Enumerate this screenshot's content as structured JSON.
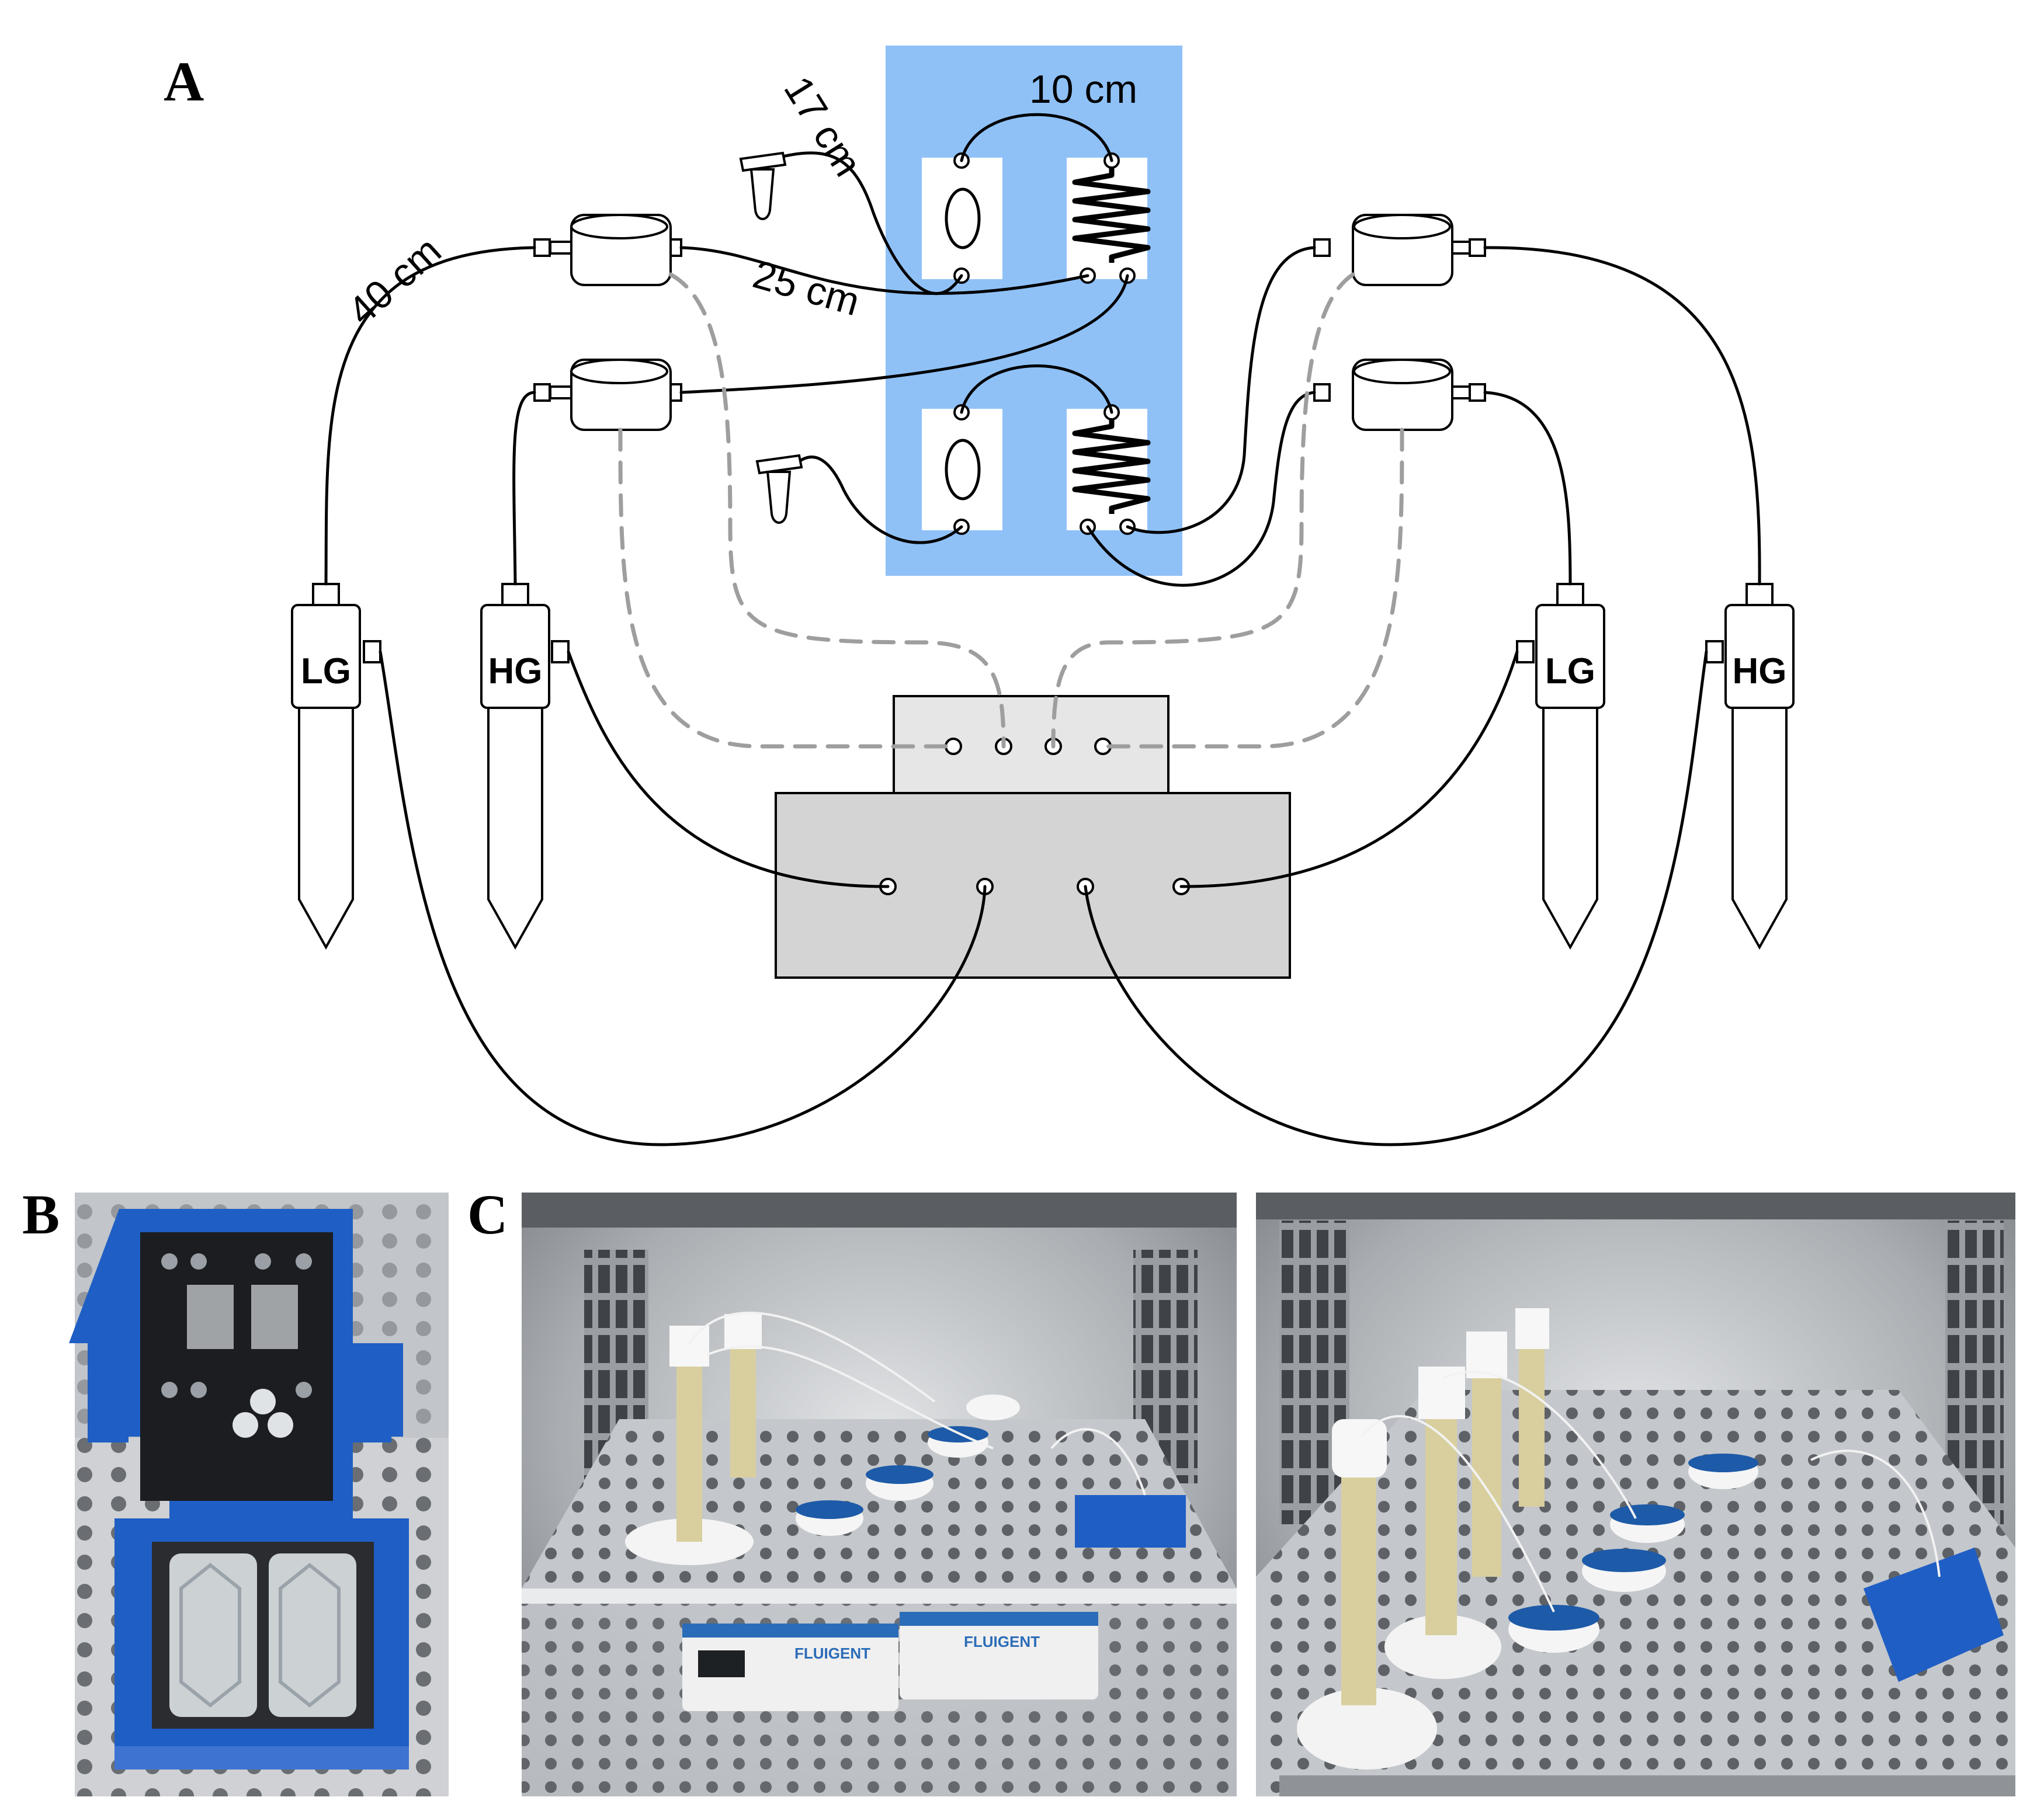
{
  "panels": {
    "a": "A",
    "b": "B",
    "c": "C"
  },
  "diagram": {
    "measurements": {
      "m10": "10 cm",
      "m17": "17 cm",
      "m25": "25 cm",
      "m40": "40 cm"
    },
    "reservoirs": [
      "LG",
      "HG",
      "LG",
      "HG"
    ]
  },
  "colors": {
    "chip_zone": "#8fc1f7",
    "controller": "#d4d4d4",
    "controller_top": "#e6e6e6",
    "air_line": "#9e9e9e",
    "mount_blue": "#1f5ec4",
    "incubator_steel": "#b9bdc2"
  },
  "photos": {
    "b": "chip holder on incubator shelf",
    "c_left": "incubator setup with flow controller",
    "c_right": "incubator setup with flow sensors"
  },
  "brand": {
    "logo_text": "FLUIGENT"
  }
}
